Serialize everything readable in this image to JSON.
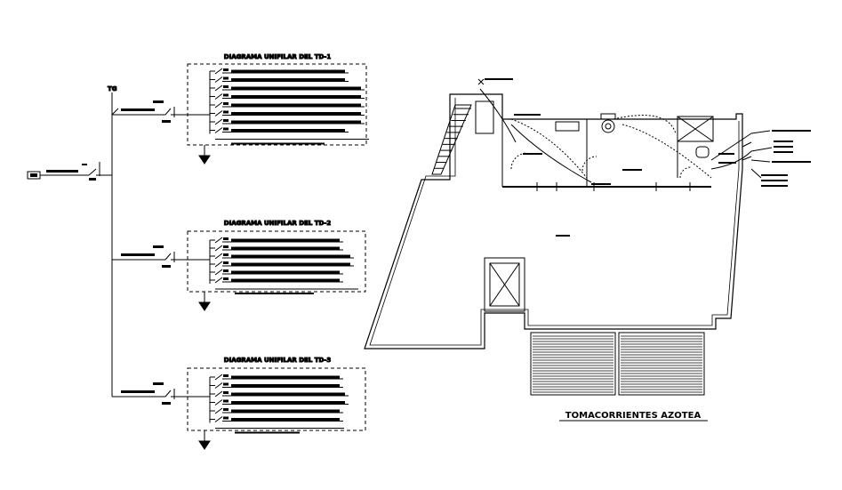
{
  "diagrams": [
    {
      "title": "DIAGRAMA UNIFILAR DEL TD-1",
      "circuits": 8
    },
    {
      "title": "DIAGRAMA UNIFILAR DEL TD-2",
      "circuits": 6
    },
    {
      "title": "DIAGRAMA UNIFILAR DEL TD-3",
      "circuits": 6
    }
  ],
  "main_board_label": "TG",
  "plan_title": "TOMACORRIENTES AZOTEA",
  "colors": {
    "ink": "#000000",
    "background": "#ffffff"
  }
}
